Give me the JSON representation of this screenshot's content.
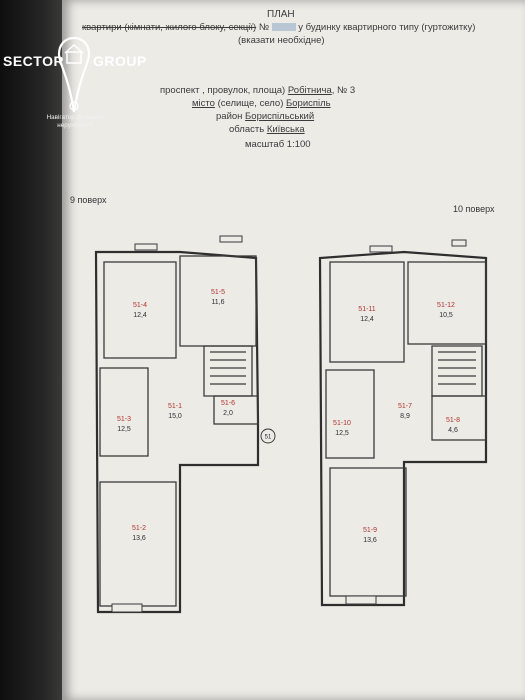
{
  "header": {
    "title": "ПЛАН",
    "line1_struck": "квартири (кімнати, жилого блоку, секції)",
    "line1_number_label": "№",
    "line1_rest": "у будинку квартирного типу (гуртожитку)",
    "line2": "(вказати необхідне)",
    "street_prefix": "проспект , провулок, площа)",
    "street_value": "Робітнича",
    "street_number": ", № 3",
    "city_prefix": "місто",
    "city_middle": "(селище, село)",
    "city_value": "Бориспіль",
    "district_prefix": "район",
    "district_value": "Бориспільський",
    "oblast_prefix": "область",
    "oblast_value": "Київська",
    "scale": "масштаб 1:100"
  },
  "logo": {
    "left_word": "SECTOR",
    "right_word": "GROUP",
    "tagline": "Навігатор де Вашої нерухомості"
  },
  "floors": [
    {
      "label": "9 поверх",
      "rooms": [
        {
          "id": "51-4",
          "area": "12,4"
        },
        {
          "id": "51-5",
          "area": "11,6"
        },
        {
          "id": "51-3",
          "area": "12,5"
        },
        {
          "id": "51-1",
          "area": "15,0"
        },
        {
          "id": "51-6",
          "area": "2,0"
        },
        {
          "id": "51-2",
          "area": "13,6"
        }
      ],
      "apartment_marker": "51"
    },
    {
      "label": "10 поверх",
      "rooms": [
        {
          "id": "51-11",
          "area": "12,4"
        },
        {
          "id": "51-12",
          "area": "10,5"
        },
        {
          "id": "51-10",
          "area": "12,5"
        },
        {
          "id": "51-7",
          "area": "8,9"
        },
        {
          "id": "51-8",
          "area": "4,6"
        },
        {
          "id": "51-9",
          "area": "13,6"
        }
      ]
    }
  ],
  "colors": {
    "paper": "#ecebe6",
    "ink": "#2e2e2e",
    "room_id": "#b0332f",
    "logo": "#ffffff"
  }
}
